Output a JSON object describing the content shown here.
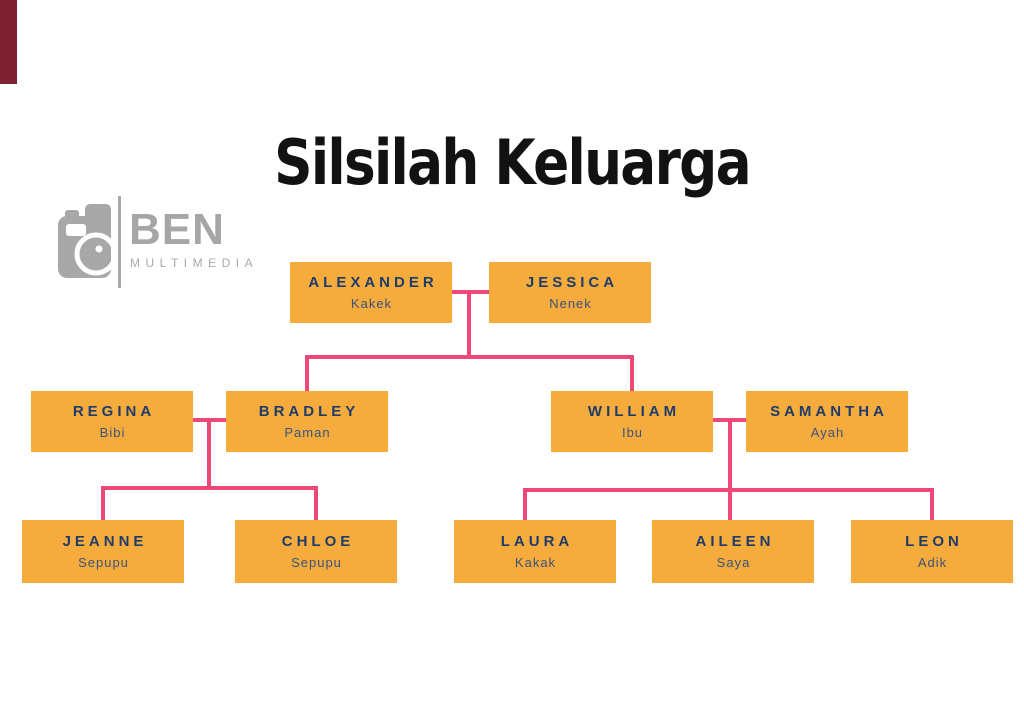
{
  "title": "Silsilah Keluarga",
  "logo": {
    "brand": "BEN",
    "tagline": "MULTIMEDIA"
  },
  "colors": {
    "background": "#ffffff",
    "box_fill": "#f6ac3d",
    "name_text": "#1e3c6b",
    "relation_text": "#3a527c",
    "connector": "#ee4878",
    "title_text": "#121212",
    "logo_gray": "#a6a6a6",
    "accent_strip": "#7d2133"
  },
  "tree": {
    "nodes": [
      {
        "name": "ALEXANDER",
        "relation": "Kakek"
      },
      {
        "name": "JESSICA",
        "relation": "Nenek"
      },
      {
        "name": "REGINA",
        "relation": "Bibi"
      },
      {
        "name": "BRADLEY",
        "relation": "Paman"
      },
      {
        "name": "WILLIAM",
        "relation": "Ibu"
      },
      {
        "name": "SAMANTHA",
        "relation": "Ayah"
      },
      {
        "name": "JEANNE",
        "relation": "Sepupu"
      },
      {
        "name": "CHLOE",
        "relation": "Sepupu"
      },
      {
        "name": "LAURA",
        "relation": "Kakak"
      },
      {
        "name": "AILEEN",
        "relation": "Saya"
      },
      {
        "name": "LEON",
        "relation": "Adik"
      }
    ]
  }
}
